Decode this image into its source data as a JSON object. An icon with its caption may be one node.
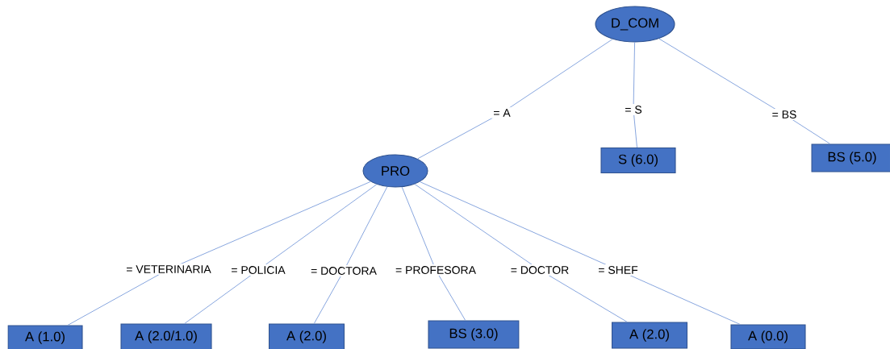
{
  "diagram": {
    "nodes": [
      {
        "text": [
          "D_COM"
        ]
      },
      {
        "text": [
          "PRO"
        ]
      },
      {
        "text": [
          "S (6.0)"
        ]
      },
      {
        "text": [
          "BS (5.0)"
        ]
      },
      {
        "text": [
          "A (1.0)"
        ]
      },
      {
        "text": [
          "A (2.0/1.0)"
        ]
      },
      {
        "text": [
          "A (2.0)"
        ]
      },
      {
        "text": [
          "BS (3.0)"
        ]
      },
      {
        "text": [
          "A (2.0)"
        ]
      },
      {
        "text": [
          "A (0.0)"
        ]
      }
    ],
    "edges": [
      {
        "from": 0,
        "to": 1,
        "arrow": "none",
        "label": "= A"
      },
      {
        "from": 0,
        "to": 2,
        "arrow": "none",
        "label": "= S"
      },
      {
        "from": 0,
        "to": 3,
        "arrow": "none",
        "label": "= BS"
      },
      {
        "from": 1,
        "to": 4,
        "arrow": "none",
        "label": "= VETERINARIA"
      },
      {
        "from": 1,
        "to": 5,
        "arrow": "none",
        "label": "= POLICIA"
      },
      {
        "from": 1,
        "to": 6,
        "arrow": "none",
        "label": "= DOCTORA"
      },
      {
        "from": 1,
        "to": 7,
        "arrow": "none",
        "label": "= PROFESORA"
      },
      {
        "from": 1,
        "to": 8,
        "arrow": "none",
        "label": "= DOCTOR"
      },
      {
        "from": 1,
        "to": 9,
        "arrow": "none",
        "label": "= SHEF"
      }
    ]
  }
}
